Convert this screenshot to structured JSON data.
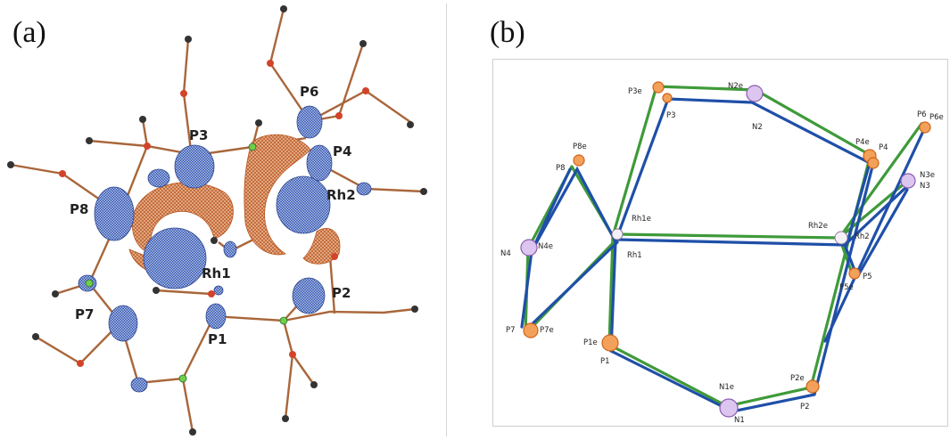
{
  "panels": {
    "a": {
      "label": "(a)"
    },
    "b": {
      "label": "(b)"
    }
  },
  "panel_a_atoms": {
    "p3": "P3",
    "p6": "P6",
    "p4": "P4",
    "rh2": "Rh2",
    "p8": "P8",
    "rh1": "Rh1",
    "p2": "P2",
    "p7": "P7",
    "p1": "P1"
  },
  "panel_b_atoms": {
    "p3e": "P3e",
    "p3": "P3",
    "n2e": "N2e",
    "n2": "N2",
    "p6": "P6",
    "p6e": "P6e",
    "p8e": "P8e",
    "p8": "P8",
    "p4e": "P4e",
    "p4": "P4",
    "n3e": "N3e",
    "n3": "N3",
    "rh1e": "Rh1e",
    "rh1": "Rh1",
    "rh2e": "Rh2e",
    "rh2": "Rh2",
    "n4": "N4",
    "n4e": "N4e",
    "p5": "P5",
    "p5e": "P5e",
    "p7": "P7",
    "p7e": "P7e",
    "p1e": "P1e",
    "p1": "P1",
    "n1e": "N1e",
    "n1": "N1",
    "p2e": "P2e",
    "p2": "P2"
  },
  "colors": {
    "orbital_blue": "#3f5fb0",
    "orbital_orange": "#c8662e",
    "bond_brown": "#a9663a",
    "skeleton_blue": "#1f4fa8",
    "skeleton_green": "#3f9a3a",
    "phosphorus_orange": "#e87a2a",
    "nitrogen_purple": "#b48ad0"
  }
}
